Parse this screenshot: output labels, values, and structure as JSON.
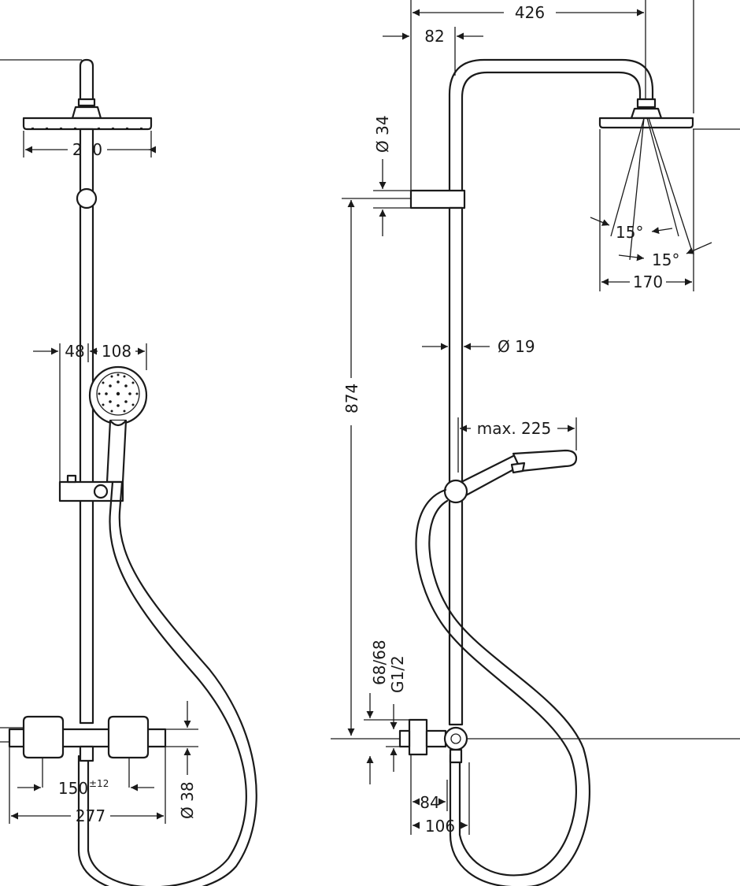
{
  "front_view": {
    "head_width": "230",
    "handshower_offset": "48",
    "handshower_diameter": "108",
    "thermostat_centers": "150",
    "thermostat_centers_tol": "±12",
    "thermostat_width": "277",
    "thermostat_diameter": "Ø 38"
  },
  "side_view": {
    "arm_projection": "426",
    "arm_offset": "82",
    "holder_diameter": "Ø 34",
    "rail_diameter": "Ø 19",
    "spray_angle_inner": "15°",
    "spray_angle_outer": "15°",
    "spray_width": "170",
    "overall_height": "874",
    "handshower_reach": "max. 225",
    "inlet_offsets": "68/68",
    "inlet_thread": "G1/2",
    "wall_offset_min": "84",
    "wall_offset_max": "106"
  }
}
